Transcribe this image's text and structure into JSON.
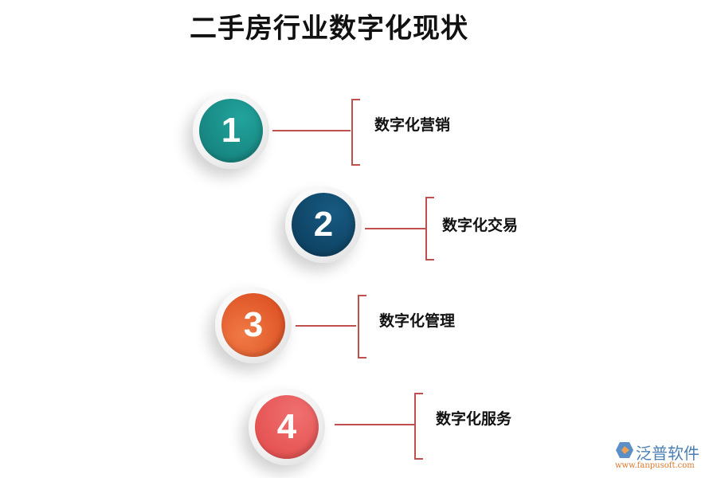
{
  "title": "二手房行业数字化现状",
  "items": [
    {
      "number": "1",
      "label": "数字化营销",
      "color": "#1a8f8a"
    },
    {
      "number": "2",
      "label": "数字化交易",
      "color": "#0f4a6e"
    },
    {
      "number": "3",
      "label": "数字化管理",
      "color": "#e0582a"
    },
    {
      "number": "4",
      "label": "数字化服务",
      "color": "#e85a5a"
    }
  ],
  "logo": {
    "name": "泛普软件",
    "url": "www.fanpusoft.com"
  },
  "colors": {
    "line": "#c0504d"
  }
}
